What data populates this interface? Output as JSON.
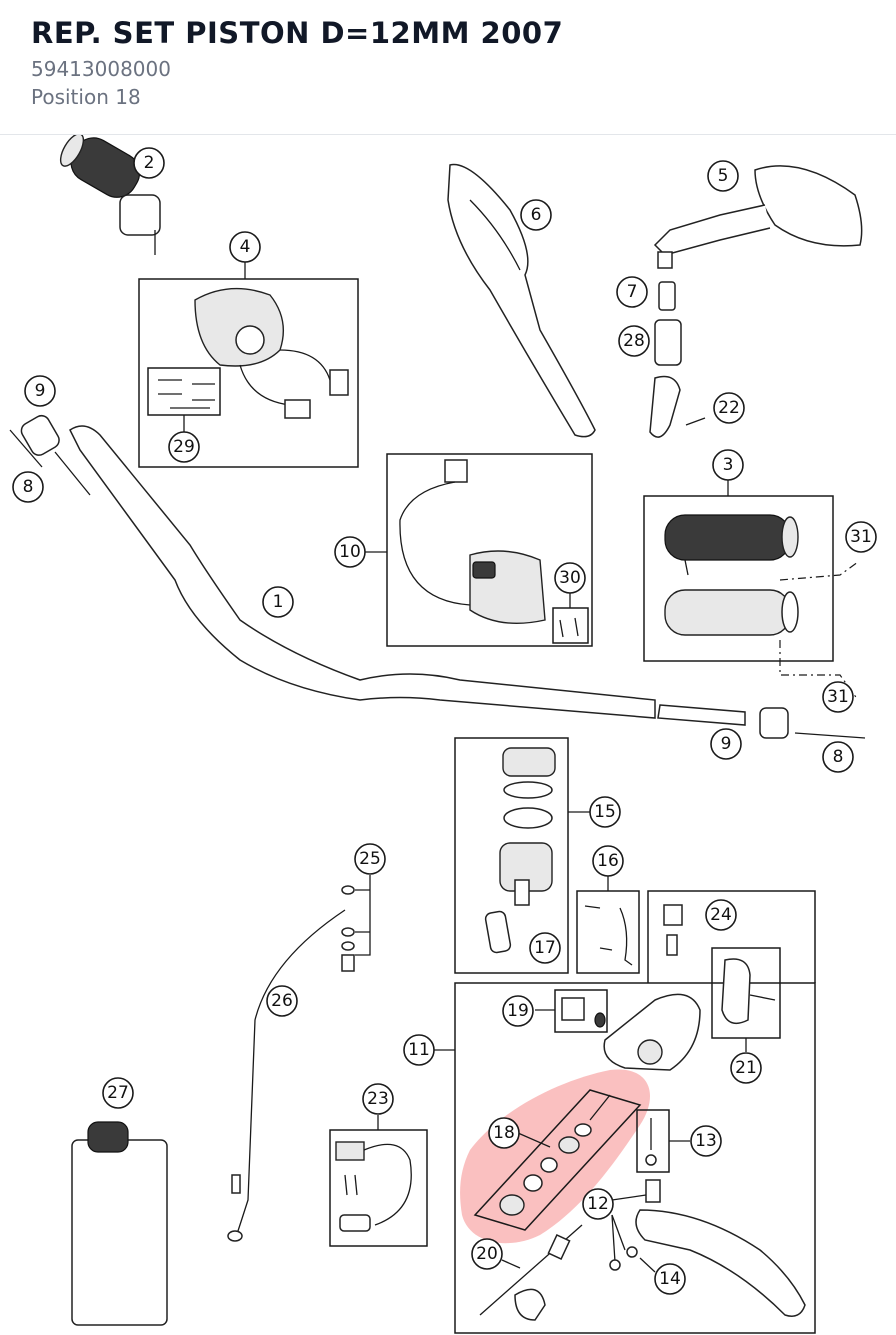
{
  "header": {
    "title": "REP. SET PISTON D=12MM 2007",
    "part_number": "59413008000",
    "position": "Position 18"
  },
  "diagram": {
    "highlight_color": "#f8a5a5",
    "highlighted_position": "18",
    "callouts": [
      {
        "id": "c2",
        "label": "2"
      },
      {
        "id": "c4",
        "label": "4"
      },
      {
        "id": "c6",
        "label": "6"
      },
      {
        "id": "c5",
        "label": "5"
      },
      {
        "id": "c7",
        "label": "7"
      },
      {
        "id": "c28",
        "label": "28"
      },
      {
        "id": "c22",
        "label": "22"
      },
      {
        "id": "c29",
        "label": "29"
      },
      {
        "id": "c9a",
        "label": "9"
      },
      {
        "id": "c8a",
        "label": "8"
      },
      {
        "id": "c10",
        "label": "10"
      },
      {
        "id": "c30",
        "label": "30"
      },
      {
        "id": "c3",
        "label": "3"
      },
      {
        "id": "c31a",
        "label": "31"
      },
      {
        "id": "c1",
        "label": "1"
      },
      {
        "id": "c31b",
        "label": "31"
      },
      {
        "id": "c9b",
        "label": "9"
      },
      {
        "id": "c8b",
        "label": "8"
      },
      {
        "id": "c15",
        "label": "15"
      },
      {
        "id": "c16",
        "label": "16"
      },
      {
        "id": "c25",
        "label": "25"
      },
      {
        "id": "c24",
        "label": "24"
      },
      {
        "id": "c17",
        "label": "17"
      },
      {
        "id": "c26",
        "label": "26"
      },
      {
        "id": "c19",
        "label": "19"
      },
      {
        "id": "c11",
        "label": "11"
      },
      {
        "id": "c21",
        "label": "21"
      },
      {
        "id": "c27",
        "label": "27"
      },
      {
        "id": "c23",
        "label": "23"
      },
      {
        "id": "c18",
        "label": "18"
      },
      {
        "id": "c13",
        "label": "13"
      },
      {
        "id": "c12",
        "label": "12"
      },
      {
        "id": "c20",
        "label": "20"
      },
      {
        "id": "c14",
        "label": "14"
      }
    ]
  }
}
